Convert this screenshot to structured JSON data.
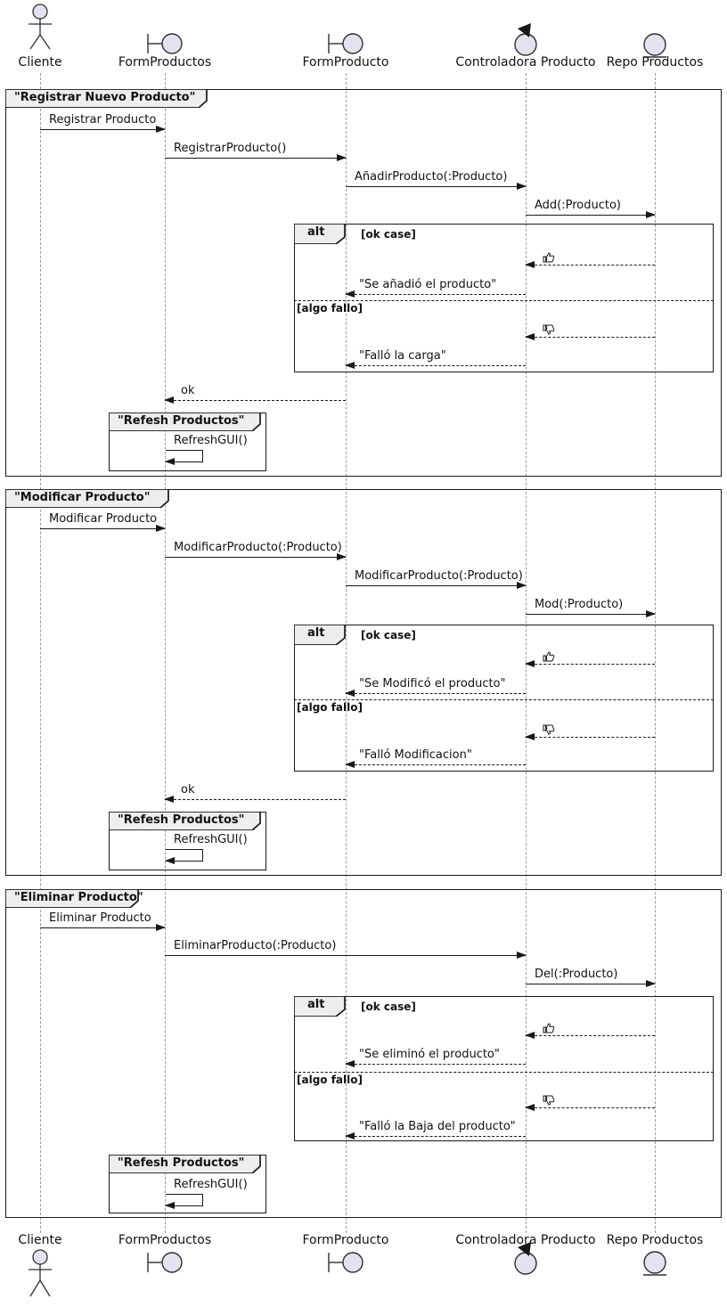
{
  "participants": [
    {
      "label": "Cliente",
      "icon": "actor-icon"
    },
    {
      "label": "FormProductos",
      "icon": "boundary-icon"
    },
    {
      "label": "FormProducto",
      "icon": "boundary-icon"
    },
    {
      "label": "Controladora Producto",
      "icon": "control-icon"
    },
    {
      "label": "Repo Productos",
      "icon": "entity-icon"
    }
  ],
  "frames": [
    {
      "title": "\"Registrar Nuevo Producto\"",
      "alt": {
        "label": "alt",
        "guard_ok": "[ok case]",
        "guard_fail": "[algo fallo]"
      },
      "messages": {
        "m1": "Registrar Producto",
        "m2": "RegistrarProducto()",
        "m3": "AñadirProducto(:Producto)",
        "m4": "Add(:Producto)",
        "ok_reply": "\"Se añadió el producto\"",
        "fail_reply": "\"Falló la carga\"",
        "ok": "ok"
      },
      "result_icons": {
        "ok": "thumbs-up-icon",
        "fail": "thumbs-down-icon"
      },
      "refresh": {
        "title": "\"Refesh Productos\"",
        "message": "RefreshGUI()"
      }
    },
    {
      "title": "\"Modificar Producto\"",
      "alt": {
        "label": "alt",
        "guard_ok": "[ok case]",
        "guard_fail": "[algo fallo]"
      },
      "messages": {
        "m1": "Modificar Producto",
        "m2": "ModificarProducto(:Producto)",
        "m3": "ModificarProducto(:Producto)",
        "m4": "Mod(:Producto)",
        "ok_reply": "\"Se Modificó el producto\"",
        "fail_reply": "\"Falló Modificacion\"",
        "ok": "ok"
      },
      "result_icons": {
        "ok": "thumbs-up-icon",
        "fail": "thumbs-down-icon"
      },
      "refresh": {
        "title": "\"Refesh Productos\"",
        "message": "RefreshGUI()"
      }
    },
    {
      "title": "\"Eliminar Producto\"",
      "alt": {
        "label": "alt",
        "guard_ok": "[ok case]",
        "guard_fail": "[algo fallo]"
      },
      "messages": {
        "m1": "Eliminar Producto",
        "m2": "EliminarProducto(:Producto)",
        "m4": "Del(:Producto)",
        "ok_reply": "\"Se eliminó el producto\"",
        "fail_reply": "\"Falló la Baja del producto\""
      },
      "result_icons": {
        "ok": "thumbs-up-icon",
        "fail": "thumbs-down-icon"
      },
      "refresh": {
        "title": "\"Refesh Productos\"",
        "message": "RefreshGUI()"
      }
    }
  ],
  "colors": {
    "icon_fill": "#E2E2F0",
    "line": "#181818",
    "lifeline": "#9A9A9A",
    "tab_fill": "#EEEEEE",
    "background": "#FFFFFF"
  }
}
